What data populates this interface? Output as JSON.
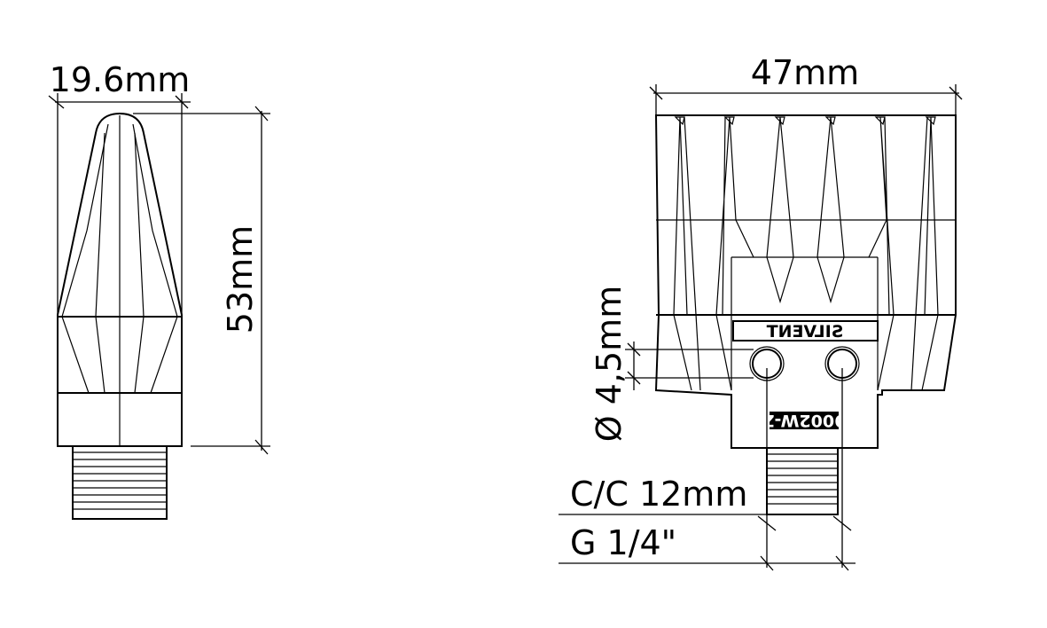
{
  "left_view": {
    "width_label": "19.6mm",
    "height_label": "53mm"
  },
  "right_view": {
    "width_label": "47mm",
    "hole_label": "Ø 4,5mm",
    "spacing_label": "C/C 12mm",
    "thread_label": "G 1/4\"",
    "brand_marking": "SILVENT",
    "model_marking": "9002W-Z"
  }
}
